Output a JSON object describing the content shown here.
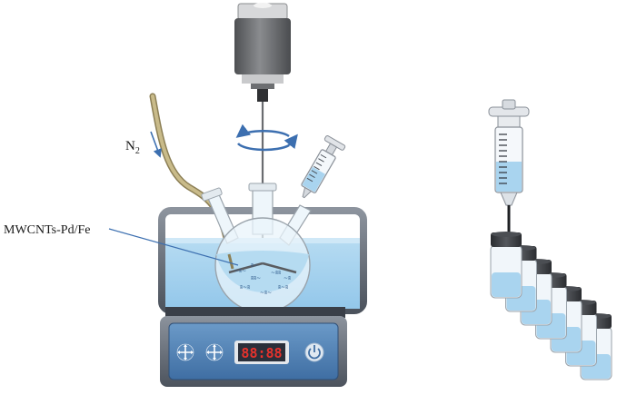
{
  "labels": {
    "gas": "N",
    "gas_subscript": "2",
    "catalyst": "MWCNTs-Pd/Fe"
  },
  "display": {
    "readout": "88:88"
  },
  "vials": {
    "count": 7
  },
  "colors": {
    "liquid": "#a9d4ef",
    "liquid_dark": "#7fbfe6",
    "bath_frame": "#5d6470",
    "stirrer_panel": "#4f7fb3",
    "display_bg": "#2a2f3a",
    "display_digits": "#e8322c",
    "tube": "#b9a978",
    "motor_body": "#6d6f72",
    "cap": "#3a3c40"
  },
  "icons": [
    "plus-arrows-icon",
    "plus-arrows-icon",
    "power-icon",
    "rotation-arrow-icon",
    "flow-arrow-icon"
  ]
}
